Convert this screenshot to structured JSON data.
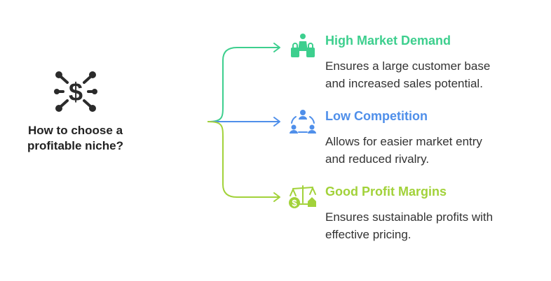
{
  "root": {
    "label_line1": "How to choose a",
    "label_line2": "profitable niche?",
    "icon": "network-dollar-icon"
  },
  "branches": [
    {
      "title": "High Market Demand",
      "desc_line1": "Ensures a large customer base",
      "desc_line2": "and increased sales potential.",
      "color": "#3dcf8e",
      "icon": "shopping-bags-icon"
    },
    {
      "title": "Low Competition",
      "desc_line1": "Allows for easier market entry",
      "desc_line2": "and reduced rivalry.",
      "color": "#4f8fea",
      "icon": "team-cycle-icon"
    },
    {
      "title": "Good Profit Margins",
      "desc_line1": "Ensures sustainable profits with",
      "desc_line2": "effective pricing.",
      "color": "#a2d23a",
      "icon": "balance-scale-icon"
    }
  ]
}
